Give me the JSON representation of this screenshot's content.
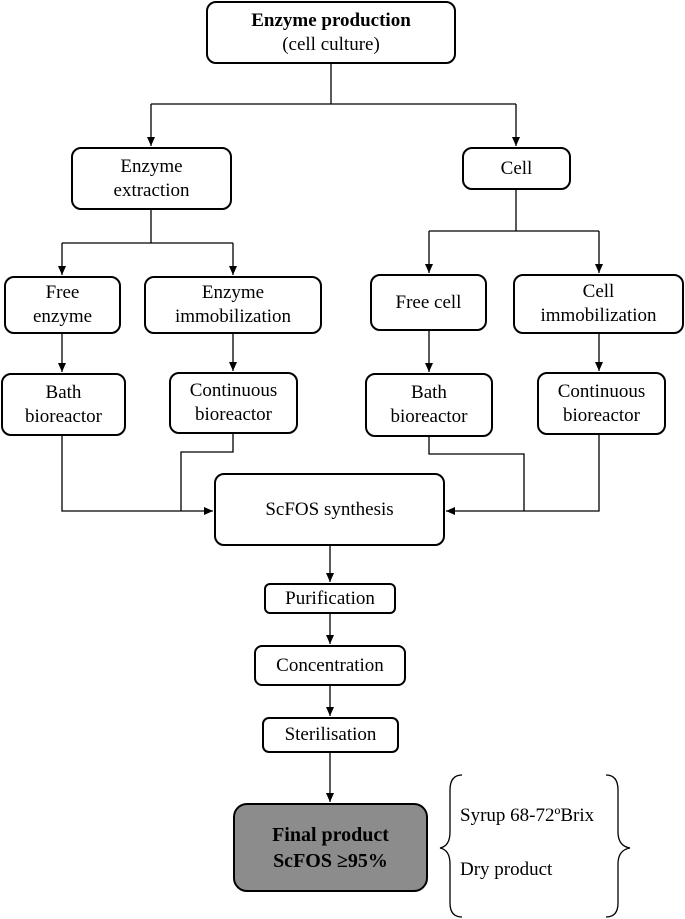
{
  "boxes": {
    "enzyme_production": {
      "line1": "Enzyme production",
      "line2": "(cell culture)"
    },
    "enzyme_extraction": {
      "line1": "Enzyme",
      "line2": "extraction"
    },
    "cell": {
      "line1": "Cell"
    },
    "free_enzyme": {
      "line1": "Free",
      "line2": "enzyme"
    },
    "enzyme_immobilization": {
      "line1": "Enzyme",
      "line2": "immobilization"
    },
    "free_cell": {
      "line1": "Free cell"
    },
    "cell_immobilization": {
      "line1": "Cell",
      "line2": "immobilization"
    },
    "bath_bioreactor_left": {
      "line1": "Bath",
      "line2": "bioreactor"
    },
    "continuous_bioreactor_left": {
      "line1": "Continuous",
      "line2": "bioreactor"
    },
    "bath_bioreactor_right": {
      "line1": "Bath",
      "line2": "bioreactor"
    },
    "continuous_bioreactor_right": {
      "line1": "Continuous",
      "line2": "bioreactor"
    },
    "scfos_synthesis": {
      "line1": "ScFOS synthesis"
    },
    "purification": {
      "line1": "Purification"
    },
    "concentration": {
      "line1": "Concentration"
    },
    "sterilisation": {
      "line1": "Sterilisation"
    },
    "final_product": {
      "line1": "Final product",
      "line2": "ScFOS ≥95%"
    }
  },
  "product_forms": [
    "Syrup 68-72ºBrix",
    "Dry product"
  ],
  "colors": {
    "final_fill": "#8c8c8c",
    "stroke": "#000000"
  }
}
